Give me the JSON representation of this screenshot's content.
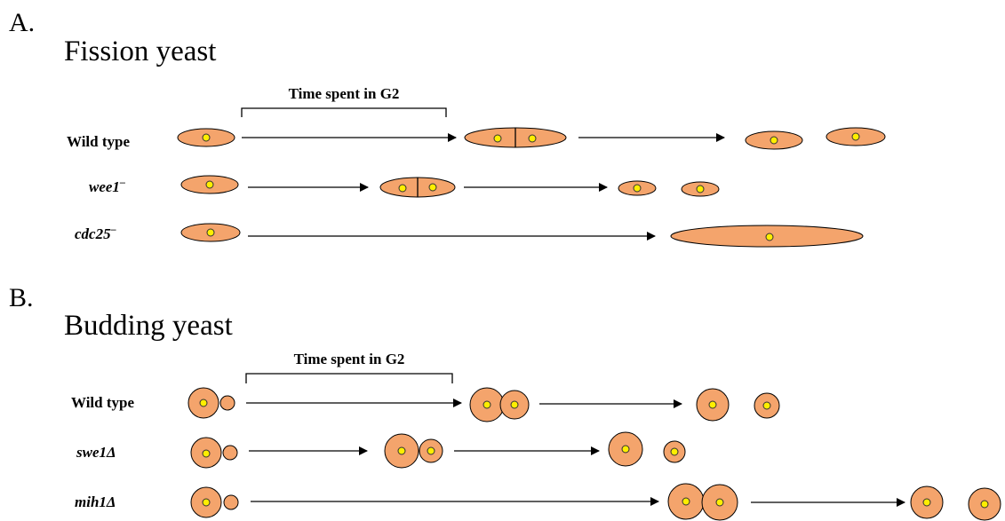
{
  "panel_a": {
    "letter": "A.",
    "title": "Fission yeast",
    "g2_label": "Time spent in G2",
    "rows": [
      {
        "label": "Wild type",
        "sup": ""
      },
      {
        "label": "wee1",
        "sup": "–"
      },
      {
        "label": "cdc25",
        "sup": "–"
      }
    ]
  },
  "panel_b": {
    "letter": "B.",
    "title": "Budding yeast",
    "g2_label": "Time spent in G2",
    "rows": [
      {
        "label": "Wild type",
        "sup": ""
      },
      {
        "label": "swe1Δ",
        "sup": ""
      },
      {
        "label": "mih1Δ",
        "sup": ""
      }
    ]
  },
  "colors": {
    "cell": "#f4a46c",
    "nucleus": "#ffee00",
    "line": "#000000"
  }
}
